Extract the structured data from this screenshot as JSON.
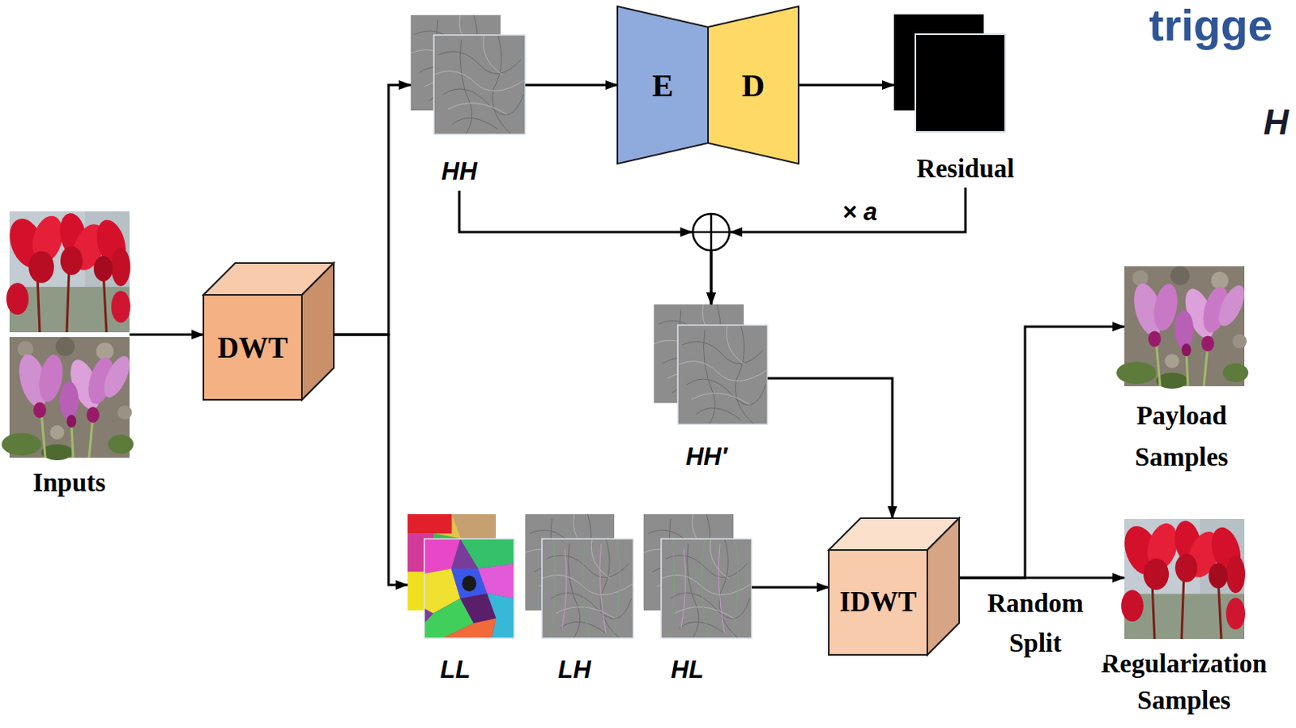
{
  "diagram": {
    "nodes": [
      {
        "text": [
          "Inputs"
        ]
      },
      {
        "text": [
          "DWT"
        ]
      },
      {
        "text": [
          "HH"
        ]
      },
      {
        "text": [
          "E"
        ]
      },
      {
        "text": [
          "D"
        ]
      },
      {
        "text": [
          "Residual"
        ]
      },
      {
        "text": [
          "HH′"
        ]
      },
      {
        "text": [
          "LL"
        ]
      },
      {
        "text": [
          "LH"
        ]
      },
      {
        "text": [
          "HL"
        ]
      },
      {
        "text": [
          "IDWT"
        ]
      },
      {
        "text": [
          "Payload Samples"
        ]
      },
      {
        "text": [
          "Regularization Samples"
        ]
      }
    ],
    "edges": [
      {
        "from": 0,
        "to": 1,
        "arrow": "to"
      },
      {
        "from": 1,
        "to": 2,
        "arrow": "to"
      },
      {
        "from": 1,
        "to": 7,
        "arrow": "to"
      },
      {
        "from": 2,
        "to": 3,
        "arrow": "to"
      },
      {
        "from": 4,
        "to": 5,
        "arrow": "to"
      },
      {
        "from": 2,
        "to": 6,
        "arrow": "to"
      },
      {
        "from": 5,
        "to": 6,
        "label": "× a",
        "arrow": "to"
      },
      {
        "from": 6,
        "to": 10,
        "arrow": "to"
      },
      {
        "from": 9,
        "to": 10,
        "arrow": "to"
      },
      {
        "from": 10,
        "to": 11,
        "arrow": "to"
      },
      {
        "from": 10,
        "to": 12,
        "label": "Random Split",
        "arrow": "to"
      }
    ],
    "labels": [
      "trigge",
      "H"
    ]
  }
}
